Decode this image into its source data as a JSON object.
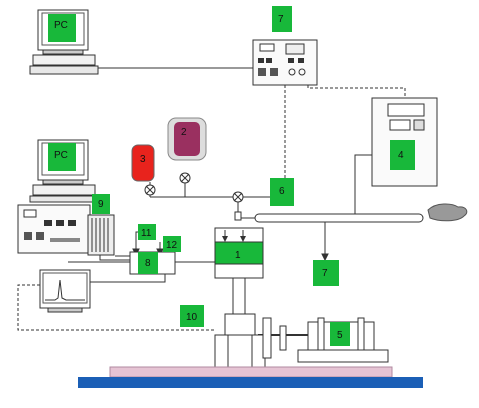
{
  "labels": {
    "pc_top": "PC",
    "pc_left": "PC",
    "n1": "1",
    "n2": "2",
    "n3": "3",
    "n4": "4",
    "n5": "5",
    "n6": "6",
    "n7_top": "7",
    "n7_bottom": "7",
    "n8": "8",
    "n9": "9",
    "n10": "10",
    "n11": "11",
    "n12": "12"
  },
  "colors": {
    "label_box": "#18b83a",
    "cylinder_3": "#e8231d",
    "cylinder_2": "#9a3060",
    "base_plate": "#e6c4d4",
    "floor": "#1b5fb6",
    "line": "#333333"
  }
}
